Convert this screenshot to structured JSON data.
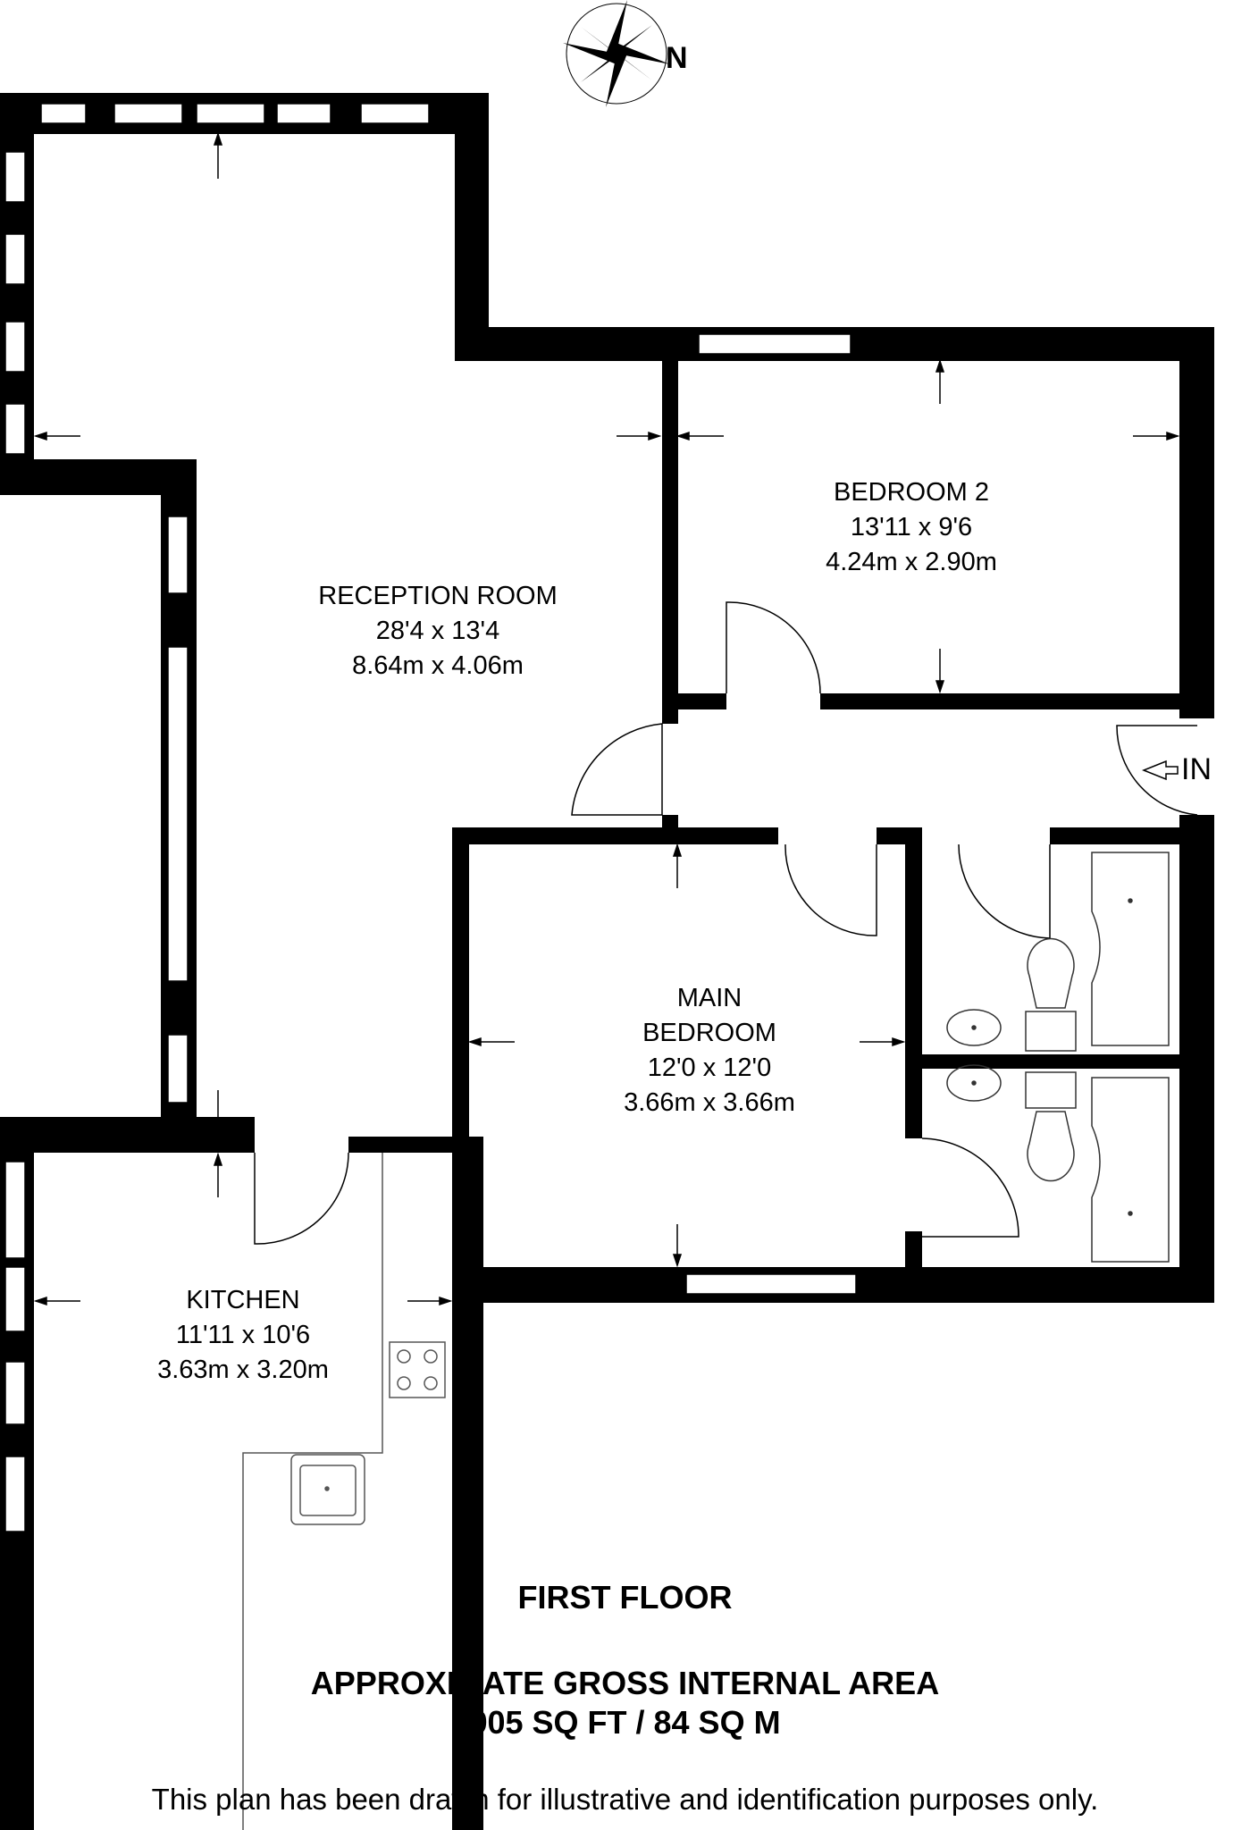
{
  "compass": {
    "north_label": "N",
    "icon": "compass-rose-icon"
  },
  "entrance": {
    "label": "IN",
    "icon": "entrance-arrow-icon"
  },
  "rooms": [
    {
      "id": "reception",
      "name_lines": [
        "RECEPTION ROOM"
      ],
      "imperial": "28'4 x 13'4",
      "metric": "8.64m x 4.06m"
    },
    {
      "id": "bedroom2",
      "name_lines": [
        "BEDROOM 2"
      ],
      "imperial": "13'11 x 9'6",
      "metric": "4.24m x 2.90m"
    },
    {
      "id": "main_bedroom",
      "name_lines": [
        "MAIN",
        "BEDROOM"
      ],
      "imperial": "12'0 x 12'0",
      "metric": "3.66m x 3.66m"
    },
    {
      "id": "kitchen",
      "name_lines": [
        "KITCHEN"
      ],
      "imperial": "11'11 x 10'6",
      "metric": "3.63m x 3.20m"
    }
  ],
  "floor_label": "FIRST FLOOR",
  "area": {
    "title": "APPROXIMATE GROSS INTERNAL AREA",
    "value": "905 SQ FT / 84 SQ M"
  },
  "disclaimer": "This plan has been drawn for illustrative and identification purposes only.",
  "colors": {
    "wall": "#000000",
    "background": "#ffffff",
    "window": "#ffffff",
    "fixture_stroke": "#555555"
  }
}
